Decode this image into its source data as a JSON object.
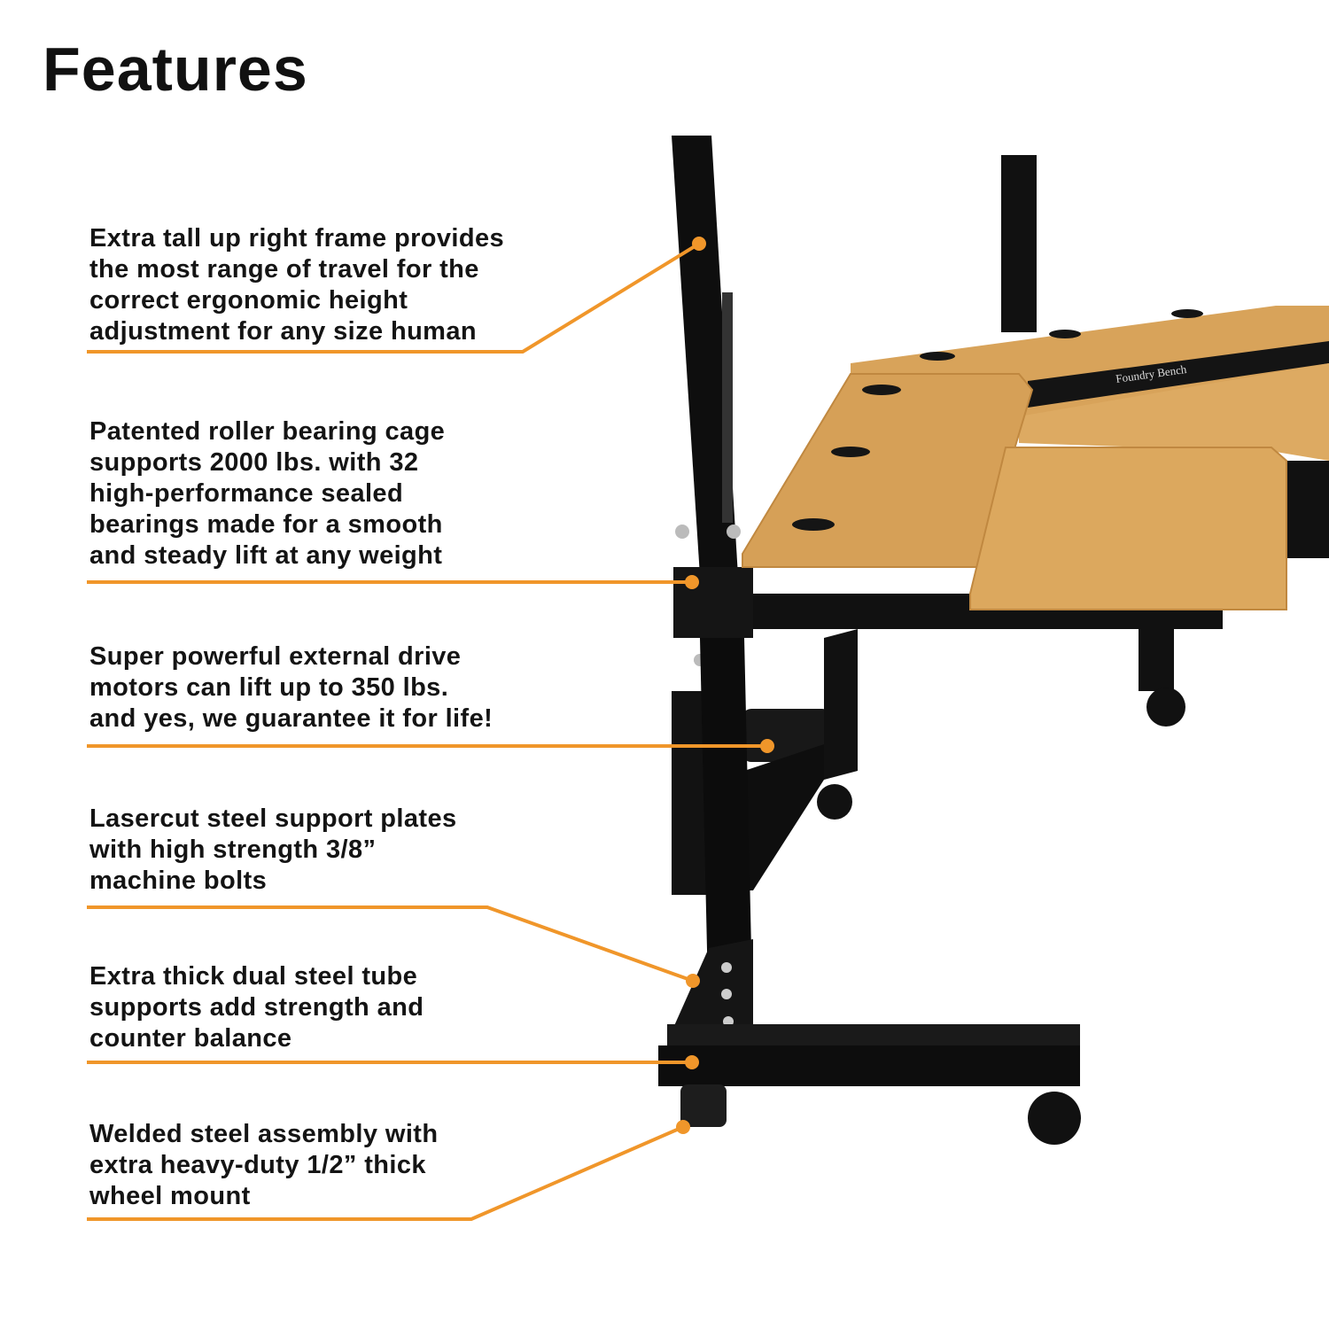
{
  "title": "Features",
  "accent_color": "#F0962A",
  "callouts": [
    {
      "text": "Extra tall up right frame provides\nthe most range of travel for the\ncorrect ergonomic height\nadjustment for any size human"
    },
    {
      "text": "Patented roller bearing cage\nsupports 2000 lbs. with 32\nhigh-performance sealed\nbearings made for a smooth\nand steady lift at any weight"
    },
    {
      "text": "Super powerful external drive\nmotors can lift up to 350 lbs.\nand yes, we guarantee it for life!"
    },
    {
      "text": "Lasercut steel support plates\nwith  high strength 3/8”\nmachine bolts"
    },
    {
      "text": "Extra thick dual steel tube\nsupports add strength and\ncounter balance"
    },
    {
      "text": "Welded steel assembly with\nextra heavy-duty 1/2” thick\nwheel mount"
    }
  ],
  "product_logo_text": "Foundry Bench"
}
